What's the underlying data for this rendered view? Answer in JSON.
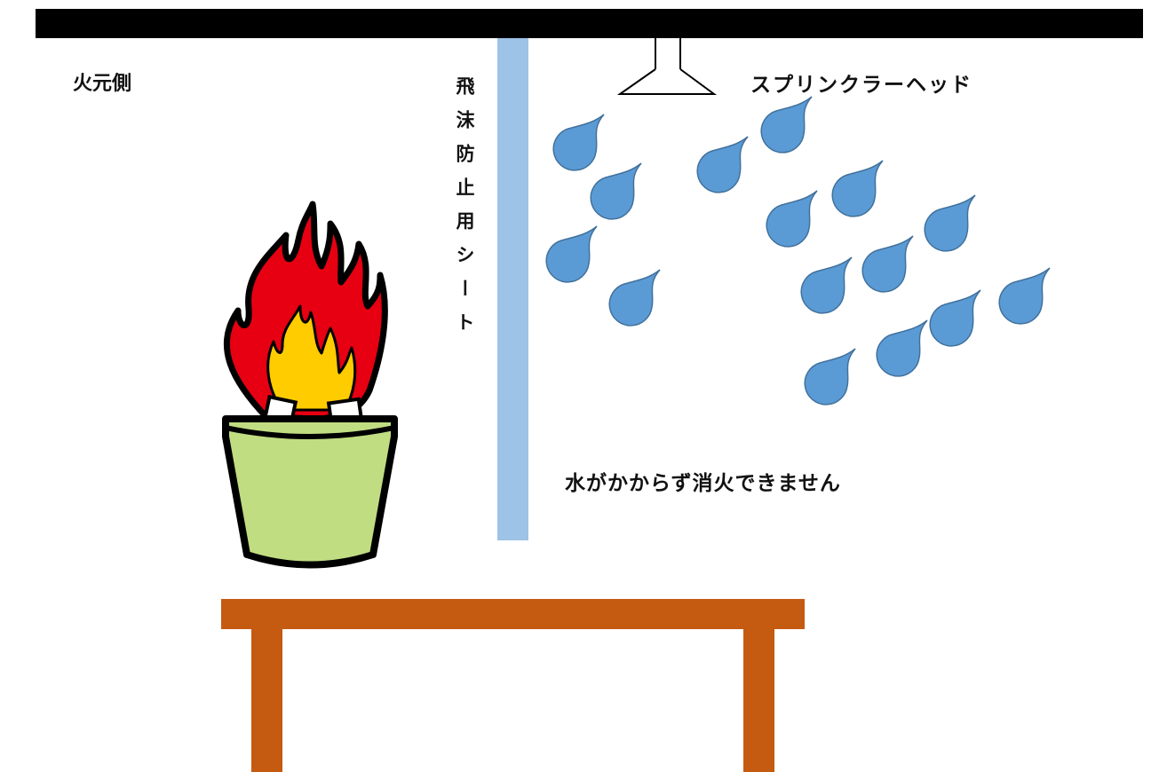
{
  "labels": {
    "fire_side": "火元側",
    "sheet": "飛沫防止用シート",
    "sprinkler_head": "スプリンクラーヘッド",
    "no_extinguish": "水がかからず消火できません"
  },
  "colors": {
    "ceiling": "#000000",
    "sheet": "#9dc3e6",
    "water_drop": "#5b9bd5",
    "water_drop_stroke": "#41719c",
    "table": "#c55a11",
    "bucket": "#c0dd82",
    "flame_outer": "#e60012",
    "flame_inner": "#ffcc00"
  },
  "icons": [
    "ceiling",
    "sprinkler-head-icon",
    "water-drop-icon",
    "fire-icon",
    "bucket-icon",
    "table-icon",
    "sheet"
  ]
}
